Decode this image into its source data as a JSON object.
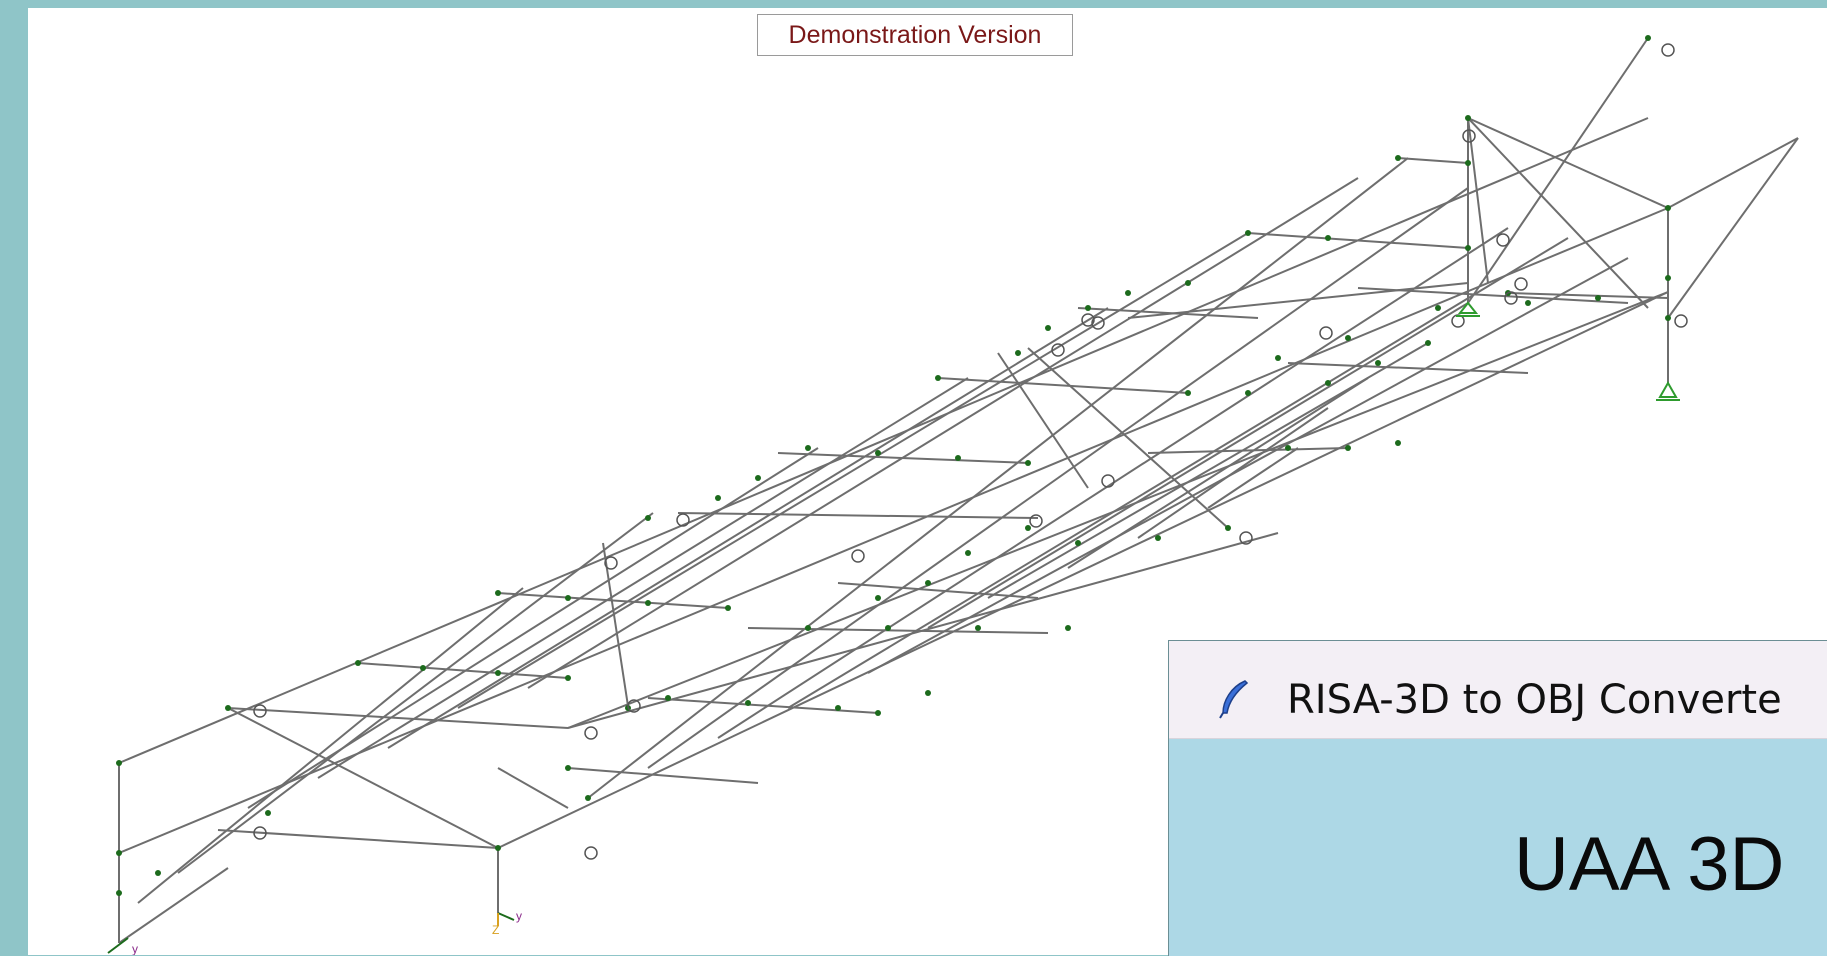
{
  "banner": {
    "text": "Demonstration Version"
  },
  "dialog": {
    "title": "RISA-3D to OBJ Converte",
    "icon": "feather-icon",
    "heading": "UAA 3D"
  },
  "model_view": {
    "member_color": "#6e6e6e",
    "node_color": "#1c6b1c",
    "support_color": "#2e9b2e",
    "hinge_marker": "circle-release-icon",
    "axis_label_x": "y",
    "axis_label_z": "Z"
  },
  "colors": {
    "desktop": "#8fc5c8",
    "dialog_body": "#add8e6",
    "titlebar": "#f3eff5",
    "banner_text": "#7a1818"
  }
}
